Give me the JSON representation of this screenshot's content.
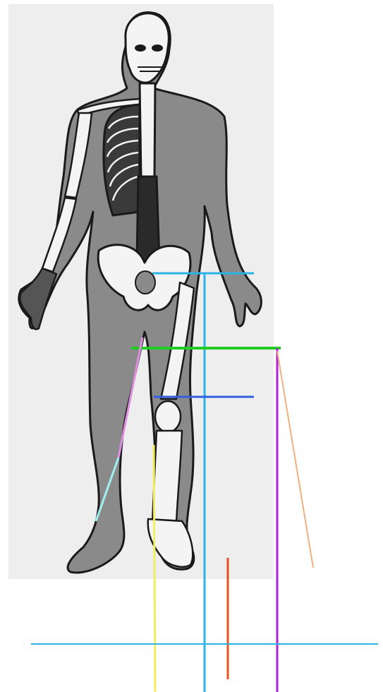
{
  "figure": {
    "subject": "human-skeleton-figure",
    "panel_color": "#eeeeee",
    "body_color": "#8a8a8a",
    "bone_color": "#f4f4f4",
    "outline_color": "#1a1a1a"
  },
  "annotation_lines": [
    {
      "name": "hip-level-line",
      "color": "#2bb3e8"
    },
    {
      "name": "hip-vertical-line",
      "color": "#2bb3e8"
    },
    {
      "name": "thigh-level-line",
      "color": "#22cc22"
    },
    {
      "name": "thigh-vertical-line",
      "color": "#b020d8"
    },
    {
      "name": "knee-level-line",
      "color": "#3060e0"
    },
    {
      "name": "shin-vertical-line",
      "color": "#f2ee60"
    },
    {
      "name": "leg-diagonal-pink-line",
      "color": "#e090e0"
    },
    {
      "name": "leg-diagonal-cyan-line",
      "color": "#a0f0f0"
    },
    {
      "name": "orange-diagonal-line",
      "color": "#f0b080"
    },
    {
      "name": "short-orange-vertical-line",
      "color": "#e8501a"
    },
    {
      "name": "ground-level-line",
      "color": "#2bb3e8"
    }
  ]
}
